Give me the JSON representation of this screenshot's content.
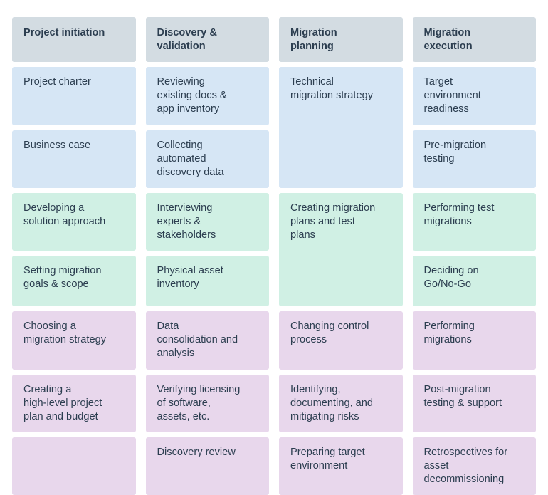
{
  "diagram": {
    "type": "phase-swimlane-table",
    "columns": [
      {
        "id": "project-initiation",
        "header": "Project initiation"
      },
      {
        "id": "discovery-validation",
        "header": "Discovery &\nvalidation"
      },
      {
        "id": "migration-planning",
        "header": "Migration\nplanning"
      },
      {
        "id": "migration-execution",
        "header": "Migration\nexecution"
      }
    ],
    "phases": [
      {
        "id": "phase-blue",
        "color": "#d6e6f5",
        "rows": [
          1,
          2
        ]
      },
      {
        "id": "phase-green",
        "color": "#d0f0e4",
        "rows": [
          3,
          4
        ]
      },
      {
        "id": "phase-purple",
        "color": "#e8d7ec",
        "rows": [
          5,
          6,
          7
        ]
      }
    ],
    "colors": {
      "header_bg": "#d3dce2",
      "blue_bg": "#d6e6f5",
      "green_bg": "#d0f0e4",
      "purple_bg": "#e8d7ec",
      "text": "#2c3e50",
      "page_bg": "#ffffff"
    },
    "cells": {
      "c1": [
        {
          "text": "Project charter",
          "phase": "blue",
          "span": 1
        },
        {
          "text": "Business case",
          "phase": "blue",
          "span": 1
        },
        {
          "text": "Developing a\nsolution approach",
          "phase": "green",
          "span": 1
        },
        {
          "text": "Setting migration\ngoals & scope",
          "phase": "green",
          "span": 1
        },
        {
          "text": "Choosing a\nmigration strategy",
          "phase": "purple",
          "span": 1
        },
        {
          "text": "Creating a\nhigh-level project\nplan and budget",
          "phase": "purple",
          "span": 1
        },
        {
          "text": "",
          "phase": "purple",
          "span": 1
        }
      ],
      "c2": [
        {
          "text": "Reviewing\nexisting docs &\napp inventory",
          "phase": "blue",
          "span": 1
        },
        {
          "text": "Collecting\nautomated\ndiscovery data",
          "phase": "blue",
          "span": 1
        },
        {
          "text": "Interviewing\nexperts &\nstakeholders",
          "phase": "green",
          "span": 1
        },
        {
          "text": "Physical asset\ninventory",
          "phase": "green",
          "span": 1
        },
        {
          "text": "Data\nconsolidation and\nanalysis",
          "phase": "purple",
          "span": 1
        },
        {
          "text": "Verifying licensing\nof software,\nassets, etc.",
          "phase": "purple",
          "span": 1
        },
        {
          "text": "Discovery review",
          "phase": "purple",
          "span": 1
        }
      ],
      "c3": [
        {
          "text": "Technical\nmigration strategy",
          "phase": "blue",
          "span": 2
        },
        {
          "text": "Creating migration\nplans and test\nplans",
          "phase": "green",
          "span": 2
        },
        {
          "text": "Changing control\nprocess",
          "phase": "purple",
          "span": 1
        },
        {
          "text": "Identifying,\ndocumenting, and\nmitigating risks",
          "phase": "purple",
          "span": 1
        },
        {
          "text": "Preparing target\nenvironment",
          "phase": "purple",
          "span": 1
        }
      ],
      "c4": [
        {
          "text": "Target\nenvironment\nreadiness",
          "phase": "blue",
          "span": 1
        },
        {
          "text": "Pre-migration\ntesting",
          "phase": "blue",
          "span": 1
        },
        {
          "text": "Performing test\nmigrations",
          "phase": "green",
          "span": 1
        },
        {
          "text": "Deciding on\nGo/No-Go",
          "phase": "green",
          "span": 1
        },
        {
          "text": "Performing\nmigrations",
          "phase": "purple",
          "span": 1
        },
        {
          "text": "Post-migration\ntesting & support",
          "phase": "purple",
          "span": 1
        },
        {
          "text": "Retrospectives for\nasset\ndecommissioning",
          "phase": "purple",
          "span": 1
        }
      ]
    }
  }
}
